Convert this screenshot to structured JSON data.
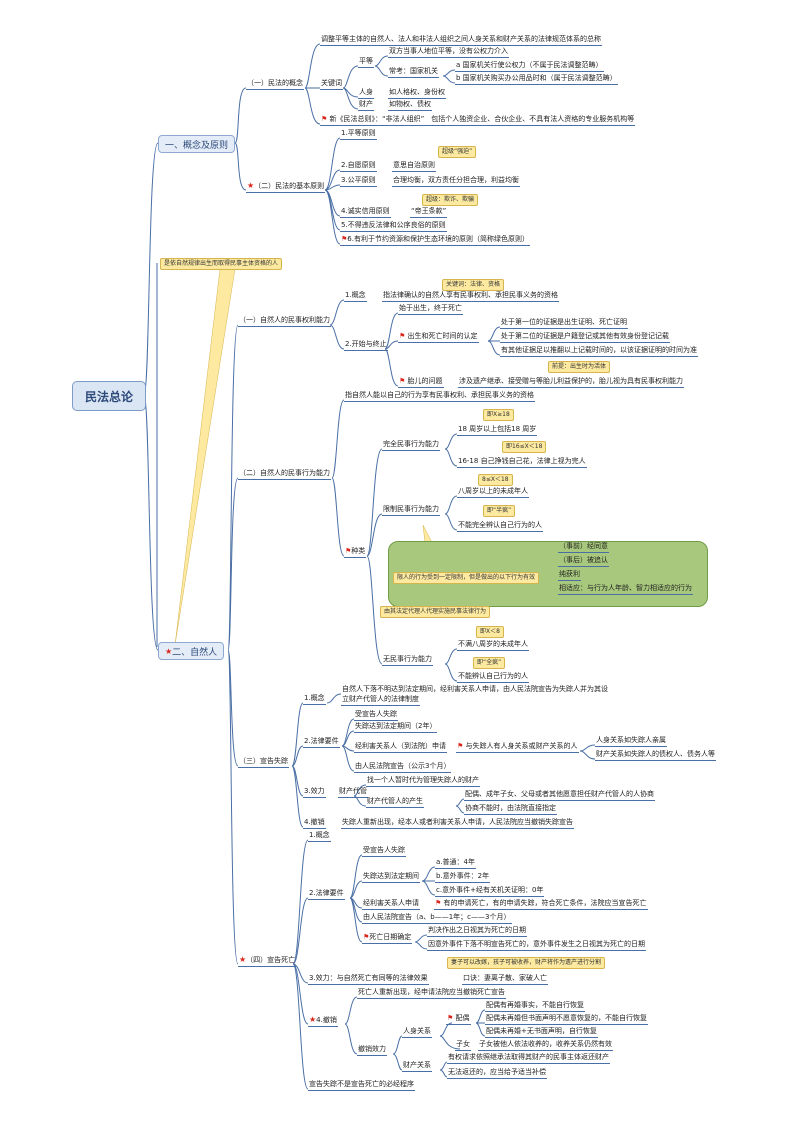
{
  "root": "民法总论",
  "main_topics": [
    "一、概念及原则",
    "二、自然人"
  ],
  "left_note": "是依自然规律出生而取得民事主体资格的人",
  "t1": {
    "s1": "（一）民法的概念",
    "definition": "调整平等主体的自然人、法人和非法人组织之间人身关系和财产关系的法律规范体系的总称",
    "keyword": "关键词",
    "equal": "平等",
    "equal_a": "双方当事人地位平等，没有公权力介入",
    "normal": "常考：国家机关",
    "normal_a": "a 国家机关行使公权力（不属于民法调整范畴）",
    "normal_b": "b 国家机关购买办公用品时和（属于民法调整范畴）",
    "person": "人身",
    "person_v": "如人格权、身份权",
    "property": "财产",
    "property_v": "如物权、债权",
    "new_rule": "新《民法总则》：“非法人组织”　包括个人独资企业、合伙企业、不具有法人资格的专业服务机构等",
    "s2": "（二）民法的基本原则",
    "p1": "1.平等原则",
    "p2": "2.自愿原则",
    "p2_v": "意思自治原则",
    "p2_c": "超级“强迫”",
    "p3": "3.公平原则",
    "p3_v": "合理均衡，双方责任分担合理，利益均衡",
    "p4_c": "超级：欺诈、欺骗",
    "p4": "4.诚实信用原则",
    "p4_v": "“帝王条款”",
    "p5": "5.不得违反法律和公序良俗的原则",
    "p6": "6.有利于节约资源和保护生态环境的原则（简称绿色原则）"
  },
  "t2": {
    "s1": "（一）自然人的民事权利能力",
    "kw_c": "关键词：法律、资格",
    "c1": "1.概念",
    "c1_v": "指法律确认的自然人享有民事权利、承担民事义务的资格",
    "c2": "2.开始与终止",
    "c2_a": "始于出生，终于死亡",
    "c2_b": "出生和死亡时间的认定",
    "c2_b1": "处于第一位的证据是出生证明、死亡证明",
    "c2_b2": "处于第二位的证据是户籍登记或其他有效身份登记记载",
    "c2_b3": "有其他证据足以推翻以上记载时间的，以该证据证明的时间为准",
    "c2_c": "前提：出生时为活体",
    "c2_d": "胎儿的问题",
    "c2_d_v": "涉及遗产继承、接受赠与等胎儿利益保护的，胎儿视为具有民事权利能力",
    "s2": "（二）自然人的民事行为能力",
    "s2_def": "指自然人能以自己的行为享有民事权利、承担民事义务的资格",
    "kinds": "种类",
    "full": "完全民事行为能力",
    "full_c1": "即X≥18",
    "full_a": "18 周岁以上包括18 周岁",
    "full_c2": "即16≤X＜18",
    "full_b": "16-18 自己挣钱自己花，法律上视为完人",
    "lim_c1": "8≤X＜18",
    "limited": "限制民事行为能力",
    "lim_a": "八周岁以上的未成年人",
    "lim_c2": "即“半疯”",
    "lim_b": "不能完全辨认自己行为的人",
    "lim_note": "限人的行为受到一定限制，但是做出的以下行为有效",
    "g1": "（事前）经同意",
    "g2": "（事后）被追认",
    "g3": "纯获利",
    "g4": "相适应：与行为人年龄、智力相适应的行为",
    "none_c0": "由其法定代理人代理实施民事法律行为",
    "none_c1": "即X＜8",
    "none": "无民事行为能力",
    "none_a": "不满八周岁的未成年人",
    "none_c2": "即“全疯”",
    "none_b": "不能辨认自己行为的人",
    "s3": "（三）宣告失踪",
    "m1": "1.概念",
    "m1_v1": "自然人下落不明达到法定期间，经利害关系人申请，由人民法院宣告为失踪人并为其设",
    "m1_v2": "立财产代管人的法律制度",
    "m2": "2.法律要件",
    "m2_a": "受宣告人失踪",
    "m2_b": "失踪达到法定期间（2年）",
    "m2_c": "经利害关系人（到法院）申请",
    "m2_c_v": "与失踪人有人身关系或财产关系的人",
    "m2_c1": "人身关系如失踪人亲属",
    "m2_c2": "财产关系如失踪人的债权人、债务人等",
    "m2_d": "由人民法院宣告（公示3个月）",
    "m3": "3.效力",
    "m3_a": "财产代管",
    "m3_a1": "找一个人暂时代为管理失踪人的财产",
    "m3_b": "财产代管人的产生",
    "m3_b1": "配偶、成年子女、父母或者其他愿意担任财产代管人的人协商",
    "m3_b2": "协商不能时，由法院直接指定",
    "m4": "4.撤销",
    "m4_v": "失踪人重新出现，经本人或者利害关系人申请，人民法院应当撤销失踪宣告",
    "s4": "（四）宣告死亡",
    "d1": "1.概念",
    "d2": "2.法律要件",
    "d2_a": "受宣告人失踪",
    "d2_b": "失踪达到法定期间",
    "d2_b1": "a.普通：4年",
    "d2_b2": "b.意外事件：2年",
    "d2_b3": "c.意外事件+经有关机关证明：0年",
    "d2_c": "经利害关系人申请",
    "d2_c_v": "有的申请死亡，有的申请失踪，符合死亡条件，法院应当宣告死亡",
    "d2_d": "由人民法院宣告（a、b——1年；c——3个月）",
    "d2_e": "死亡日期确定",
    "d2_e1": "判决作出之日视其为死亡的日期",
    "d2_e2": "因意外事件下落不明宣告死亡的，意外事件发生之日视其为死亡的日期",
    "d3_c": "妻子可以改嫁，孩子可被收养，财产将作为遗产进行分割",
    "d3": "3.效力：与自然死亡有同等的法律效果",
    "d3_v": "口诀：妻离子散、家破人亡",
    "d4": "4.撤销",
    "d4_a": "死亡人重新出现，经申请法院应当撤销死亡宣告",
    "d4_b": "撤销效力",
    "d4_b1": "人身关系",
    "spouse": "配偶",
    "sp1": "配偶有再婚事实，不能自行恢复",
    "sp2": "配偶未再婚但书面声明不愿意恢复的，不能自行恢复",
    "sp3": "配偶未再婚+无书面声明，自行恢复",
    "child": "子女",
    "child_v": "子女被他人依法收养的，收养关系仍然有效",
    "d4_b2": "财产关系",
    "pr1": "有权请求依照继承法取得其财产的民事主体返还财产",
    "pr2": "无法返还的，应当给予适当补偿",
    "final": "宣告失踪不是宣告死亡的必经程序"
  }
}
